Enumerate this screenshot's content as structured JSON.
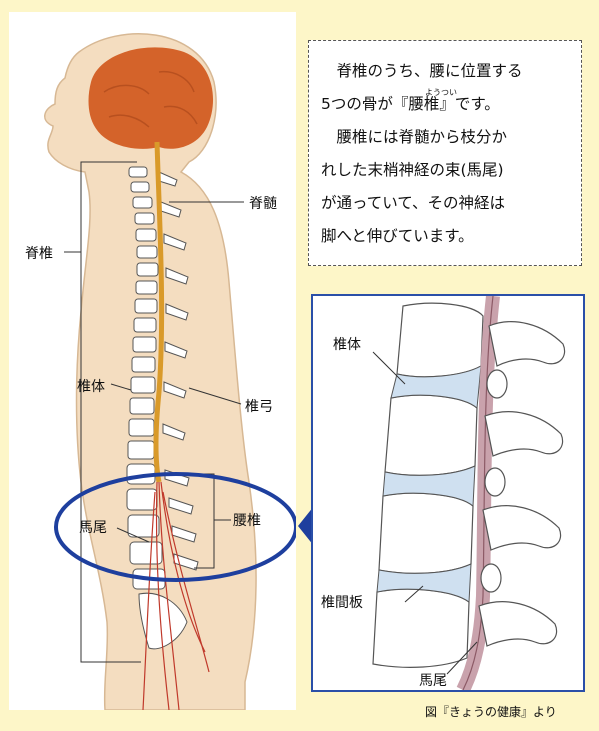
{
  "info": {
    "line1": "　脊椎のうち、腰に位置する",
    "line2": "5つの骨が『腰椎』です。",
    "ruby": "ようつい",
    "line3": "　腰椎には脊髄から枝分か",
    "line4": "れした末梢神経の束(馬尾)",
    "line5": "が通っていて、その神経は",
    "line6": "脚へと伸びています。"
  },
  "labels": {
    "spine": "脊椎",
    "spinal_cord": "脊髄",
    "vertebral_body": "椎体",
    "vertebral_arch": "椎弓",
    "cauda_equina": "馬尾",
    "lumbar": "腰椎",
    "detail_vertebral_body": "椎体",
    "intervertebral_disc": "椎間板",
    "detail_cauda_equina": "馬尾"
  },
  "credit": "図『きょうの健康』より",
  "colors": {
    "accent_blue": "#1e3f9e",
    "skin": "#f4ddc0",
    "brain": "#d4632a",
    "cord": "#d99a2a",
    "bone": "#ffffff",
    "nerve": "#c0392b"
  }
}
